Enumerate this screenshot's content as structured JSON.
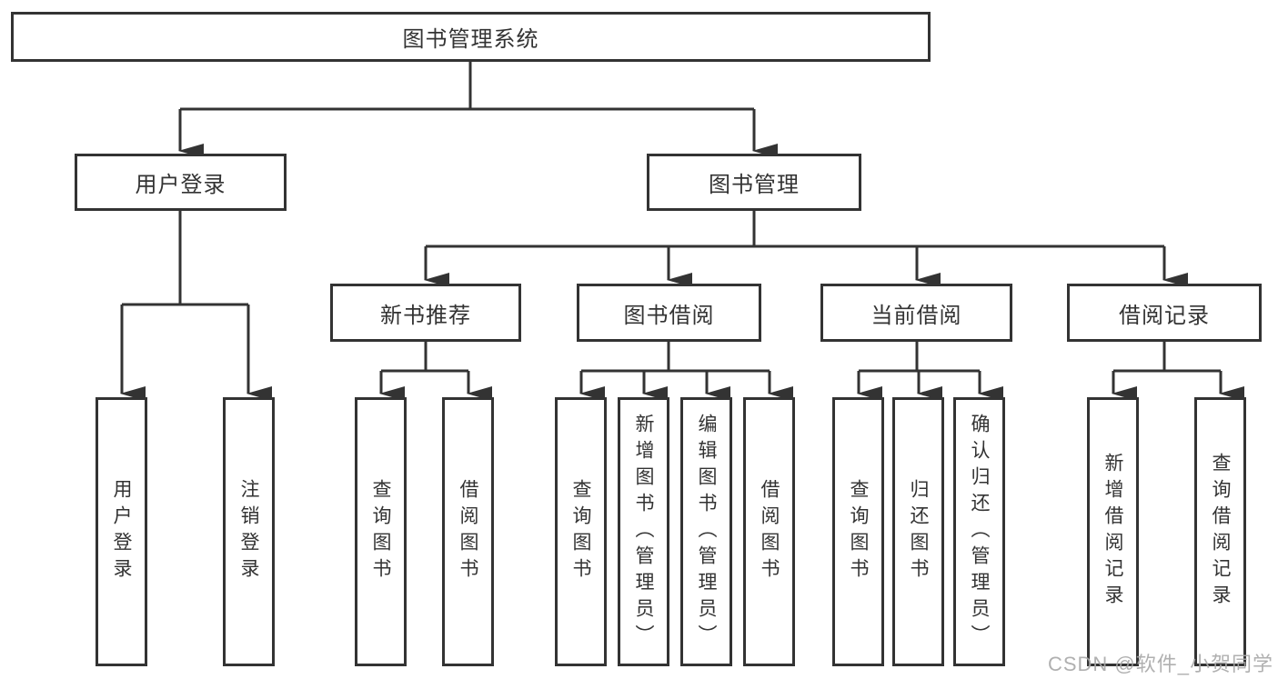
{
  "tree": {
    "root": {
      "label": "图书管理系统"
    },
    "branches": [
      {
        "label": "用户登录",
        "children": [
          {
            "label": "用户登录"
          },
          {
            "label": "注销登录"
          }
        ]
      },
      {
        "label": "图书管理",
        "children": [
          {
            "label": "新书推荐",
            "children": [
              {
                "label": "查询图书"
              },
              {
                "label": "借阅图书"
              }
            ]
          },
          {
            "label": "图书借阅",
            "children": [
              {
                "label": "查询图书"
              },
              {
                "label": "新增图书（管理员）"
              },
              {
                "label": "编辑图书（管理员）"
              },
              {
                "label": "借阅图书"
              }
            ]
          },
          {
            "label": "当前借阅",
            "children": [
              {
                "label": "查询图书"
              },
              {
                "label": "归还图书"
              },
              {
                "label": "确认归还（管理员）"
              }
            ]
          },
          {
            "label": "借阅记录",
            "children": [
              {
                "label": "新增借阅记录"
              },
              {
                "label": "查询借阅记录"
              }
            ]
          }
        ]
      }
    ]
  },
  "watermark": {
    "text": "CSDN @软件_小贺同学"
  },
  "colors": {
    "line": "#333333",
    "text": "#333333",
    "background": "#ffffff",
    "watermark": "#a8a8a8"
  }
}
